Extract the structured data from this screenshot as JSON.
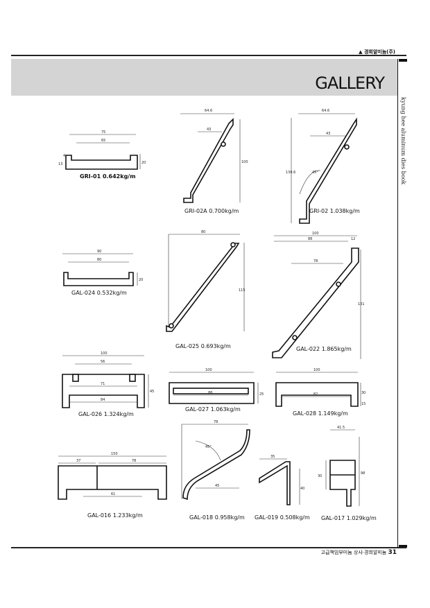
{
  "header": {
    "brand": "경희알미늄(주)",
    "title": "GALLERY",
    "sidebar_text": "kyung hee aluminum dies book"
  },
  "footer": {
    "text": "고급책임부미늄 상사·경희알미늄",
    "page": "31"
  },
  "profiles": {
    "gri01": {
      "caption": "GRI-01  0.642kg/m",
      "dims": [
        "75",
        "65",
        "20",
        "13",
        "4"
      ]
    },
    "gri02a": {
      "caption": "GRI-02A  0.700kg/m",
      "dims": [
        "64.6",
        "43",
        "100"
      ]
    },
    "gri02": {
      "caption": "GRI-02  1.038kg/m",
      "dims": [
        "64.6",
        "43",
        "130.6",
        "45°"
      ]
    },
    "gal024": {
      "caption": "GAL-024  0.532kg/m",
      "dims": [
        "90",
        "80",
        "20"
      ]
    },
    "gal025": {
      "caption": "GAL-025  0.693kg/m",
      "dims": [
        "80",
        "115"
      ]
    },
    "gal022": {
      "caption": "GAL-022  1.865kg/m",
      "dims": [
        "100",
        "88",
        "12",
        "78",
        "131"
      ]
    },
    "gal026": {
      "caption": "GAL-026  1.324kg/m",
      "dims": [
        "100",
        "56",
        "71",
        "84",
        "45"
      ]
    },
    "gal027": {
      "caption": "GAL-027  1.063kg/m",
      "dims": [
        "100",
        "88",
        "25"
      ]
    },
    "gal028": {
      "caption": "GAL-028  1.149kg/m",
      "dims": [
        "100",
        "82",
        "30",
        "15"
      ]
    },
    "gal016": {
      "caption": "GAL-016  1.233kg/m",
      "dims": [
        "150",
        "37",
        "78",
        "61"
      ]
    },
    "gal018": {
      "caption": "GAL-018  0.958kg/m",
      "dims": [
        "78",
        "45°",
        "45"
      ]
    },
    "gal019": {
      "caption": "GAL-019  0.508kg/m",
      "dims": [
        "35",
        "40"
      ]
    },
    "gal017": {
      "caption": "GAL-017  1.029kg/m",
      "dims": [
        "41.5",
        "30",
        "98"
      ]
    }
  }
}
